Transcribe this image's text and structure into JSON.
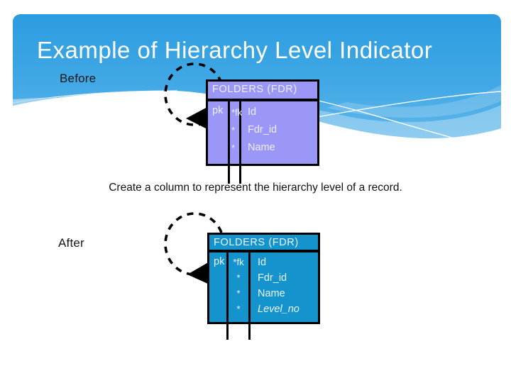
{
  "slide": {
    "title": "Example of Hierarchy Level Indicator",
    "caption": "Create a column to represent the hierarchy level of a record."
  },
  "before": {
    "label": "Before",
    "table": {
      "title": "FOLDERS (FDR)",
      "pk_label": "pk",
      "key_markers": [
        "*fk",
        "*",
        "*"
      ],
      "columns": [
        "Id",
        "Fdr_id",
        "Name"
      ]
    }
  },
  "after": {
    "label": "After",
    "table": {
      "title": "FOLDERS (FDR)",
      "pk_label": "pk",
      "key_markers": [
        "*fk",
        "*",
        "*",
        "*"
      ],
      "columns": [
        "Id",
        "Fdr_id",
        "Name",
        "Level_no"
      ]
    }
  },
  "icons": {
    "recursive_loop": "dashed-ellipse",
    "relationship_arrowhead": "solid-black-triangle"
  },
  "colors": {
    "banner_blue_top": "#2b9ce0",
    "banner_blue_bottom": "#5fb6ea",
    "before_table_fill": "#9b97f7",
    "after_table_fill": "#1593cd",
    "table_border": "#000000",
    "title_text": "#ffffff",
    "body_text": "#111111"
  }
}
